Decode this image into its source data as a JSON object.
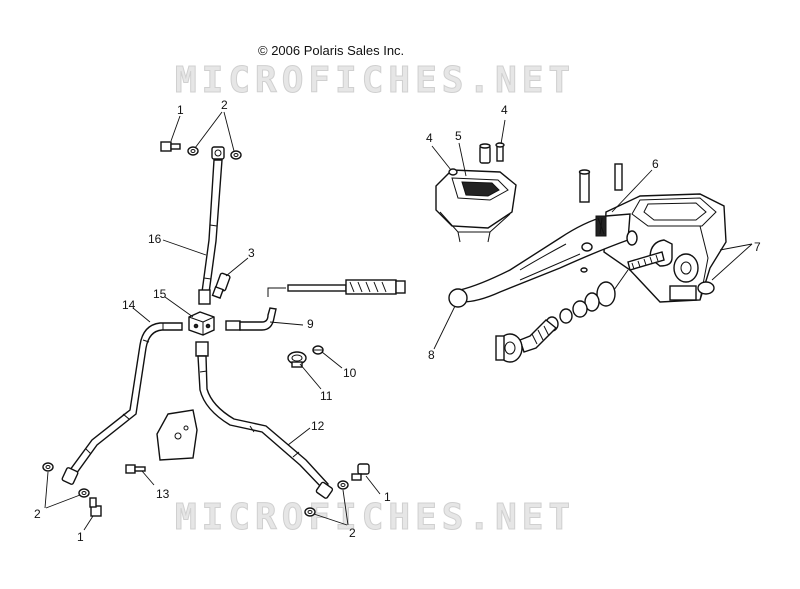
{
  "copyright": "© 2006 Polaris Sales Inc.",
  "watermark_top": "MICROFICHES.NET",
  "watermark_bottom": "MICROFICHES.NET",
  "callouts": {
    "c1a": "1",
    "c2a": "2",
    "c3": "3",
    "c16": "16",
    "c15": "15",
    "c14": "14",
    "c9": "9",
    "c10": "10",
    "c11": "11",
    "c12": "12",
    "c13": "13",
    "c2b": "2",
    "c1b": "1",
    "c1c": "1",
    "c2c": "2",
    "c4a": "4",
    "c5": "5",
    "c4b": "4",
    "c6": "6",
    "c7": "7",
    "c8": "8"
  }
}
